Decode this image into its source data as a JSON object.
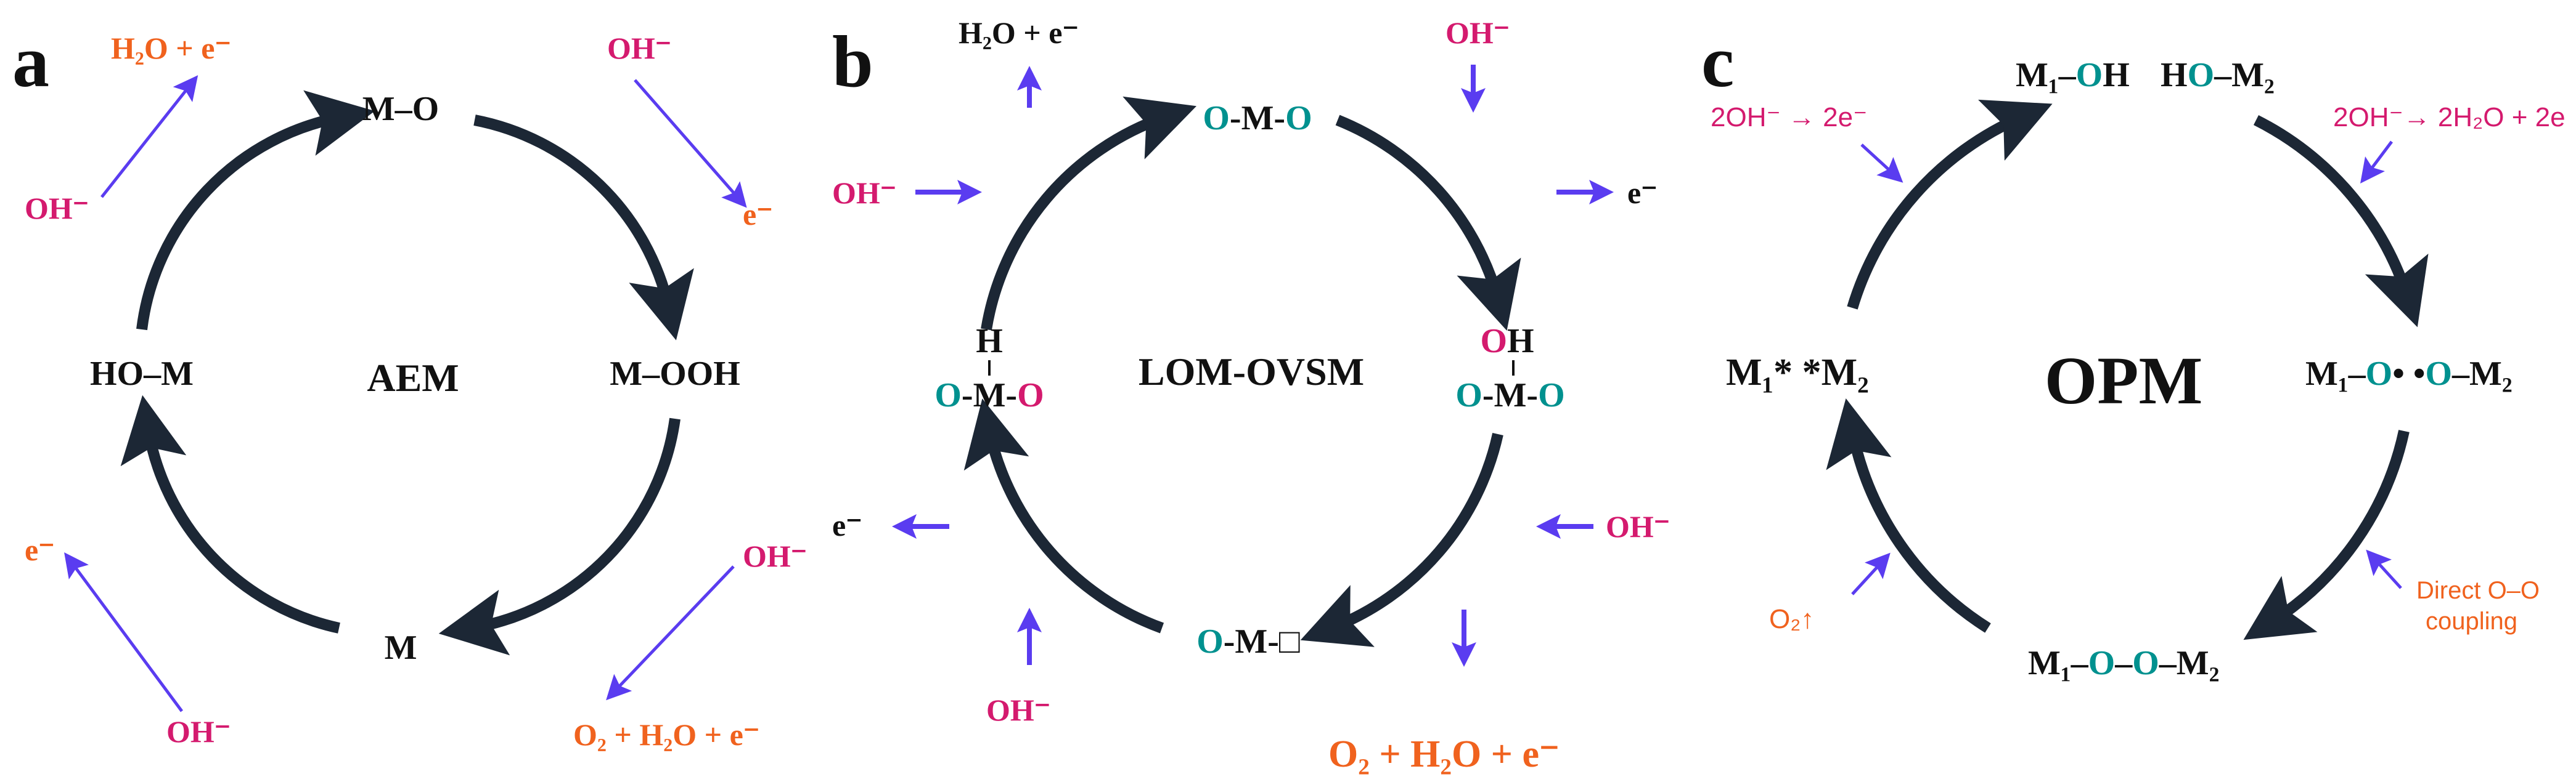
{
  "colors": {
    "cycle_arrow": "#1c2735",
    "reagent_arrow": "#5a3cf0",
    "hydroxide": "#d41a6e",
    "products": "#f0621e",
    "oxygen_site": "#00918f",
    "text": "#111111"
  },
  "panel_a": {
    "letter": "a",
    "title": "AEM",
    "species": {
      "top": "M–O",
      "right": "M–OOH",
      "bottom": "M",
      "left": "HO–M"
    },
    "reagents": {
      "tl_in": "OH⁻",
      "tl_out": "H₂O + e⁻",
      "tr_in": "OH⁻",
      "tr_out": "e⁻",
      "br_in": "OH⁻",
      "br_out": "O₂ + H₂O + e⁻",
      "bl_in": "OH⁻",
      "bl_out": "e⁻"
    }
  },
  "panel_b": {
    "letter": "b",
    "title": "LOM-OVSM",
    "species": {
      "top": [
        "O",
        "-M-",
        "O"
      ],
      "right_top": "OH",
      "right": [
        "O",
        "-M-",
        "O"
      ],
      "bottom": [
        "O",
        "-M-",
        "□"
      ],
      "left_top": "H",
      "left": [
        "O",
        "-M-",
        "O"
      ]
    },
    "reagents": {
      "top_out": "H₂O + e⁻",
      "left_in": "OH⁻",
      "top_right_in": "OH⁻",
      "right_out": "e⁻",
      "right_in": "OH⁻",
      "bottom_out": "O₂ + H₂O + e⁻",
      "bottom_in": "OH⁻",
      "left_out": "e⁻"
    }
  },
  "panel_c": {
    "letter": "c",
    "title": "OPM",
    "species": {
      "top_left": "M₁–OH",
      "top_right": "HO–M₂",
      "left": "M₁*  *M₂",
      "right": "M₁–O•  •O–M₂",
      "bottom": "M₁–O–O–M₂"
    },
    "reagents": {
      "tl": "2OH⁻ → 2e⁻",
      "tr": "2OH⁻→ 2H₂O + 2e",
      "bl": "O₂↑",
      "br_line1": "Direct O–O",
      "br_line2": "coupling"
    }
  }
}
